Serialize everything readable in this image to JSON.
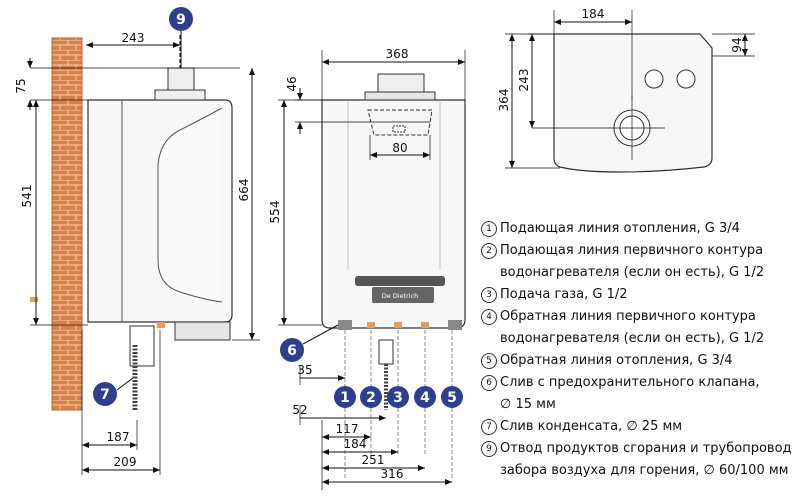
{
  "side_view": {
    "dims": {
      "d243": "243",
      "d75": "75",
      "d541": "541",
      "d664": "664",
      "d187": "187",
      "d209": "209"
    },
    "badges": {
      "flue": "9",
      "condensate": "7"
    }
  },
  "front_view": {
    "dims": {
      "d368": "368",
      "d46": "46",
      "d554": "554",
      "d80": "80",
      "d35": "35",
      "d52": "52",
      "d117": "117",
      "d184": "184",
      "d251": "251",
      "d316": "316"
    },
    "badges": {
      "drain": "6",
      "c1": "1",
      "c2": "2",
      "c3": "3",
      "c4": "4",
      "c5": "5"
    },
    "brand": "De Dietrich"
  },
  "top_view": {
    "dims": {
      "d184": "184",
      "d94": "94",
      "d243": "243",
      "d364": "364"
    }
  },
  "legend": [
    {
      "num": "1",
      "text": "Подающая линия отопления, G 3/4"
    },
    {
      "num": "2",
      "text": "Подающая линия первичного контура\nводонагревателя (если он есть), G 1/2"
    },
    {
      "num": "3",
      "text": "Подача газа, G 1/2"
    },
    {
      "num": "4",
      "text": "Обратная линия первичного контура\nводонагревателя (если он есть), G 1/2"
    },
    {
      "num": "5",
      "text": "Обратная линия отопления, G 3/4"
    },
    {
      "num": "6",
      "text": "Слив с предохранительного клапана,\n∅ 15 мм"
    },
    {
      "num": "7",
      "text": "Слив конденсата, ∅ 25 мм"
    },
    {
      "num": "9",
      "text": "Отвод продуктов сгорания и трубопровод\nзабора воздуха для горения, ∅ 60/100 мм"
    }
  ],
  "colors": {
    "badge": "#2e3f8f",
    "brick": "#d9814a",
    "mortar": "#f4d0b2",
    "fitting": "#e0a060"
  }
}
